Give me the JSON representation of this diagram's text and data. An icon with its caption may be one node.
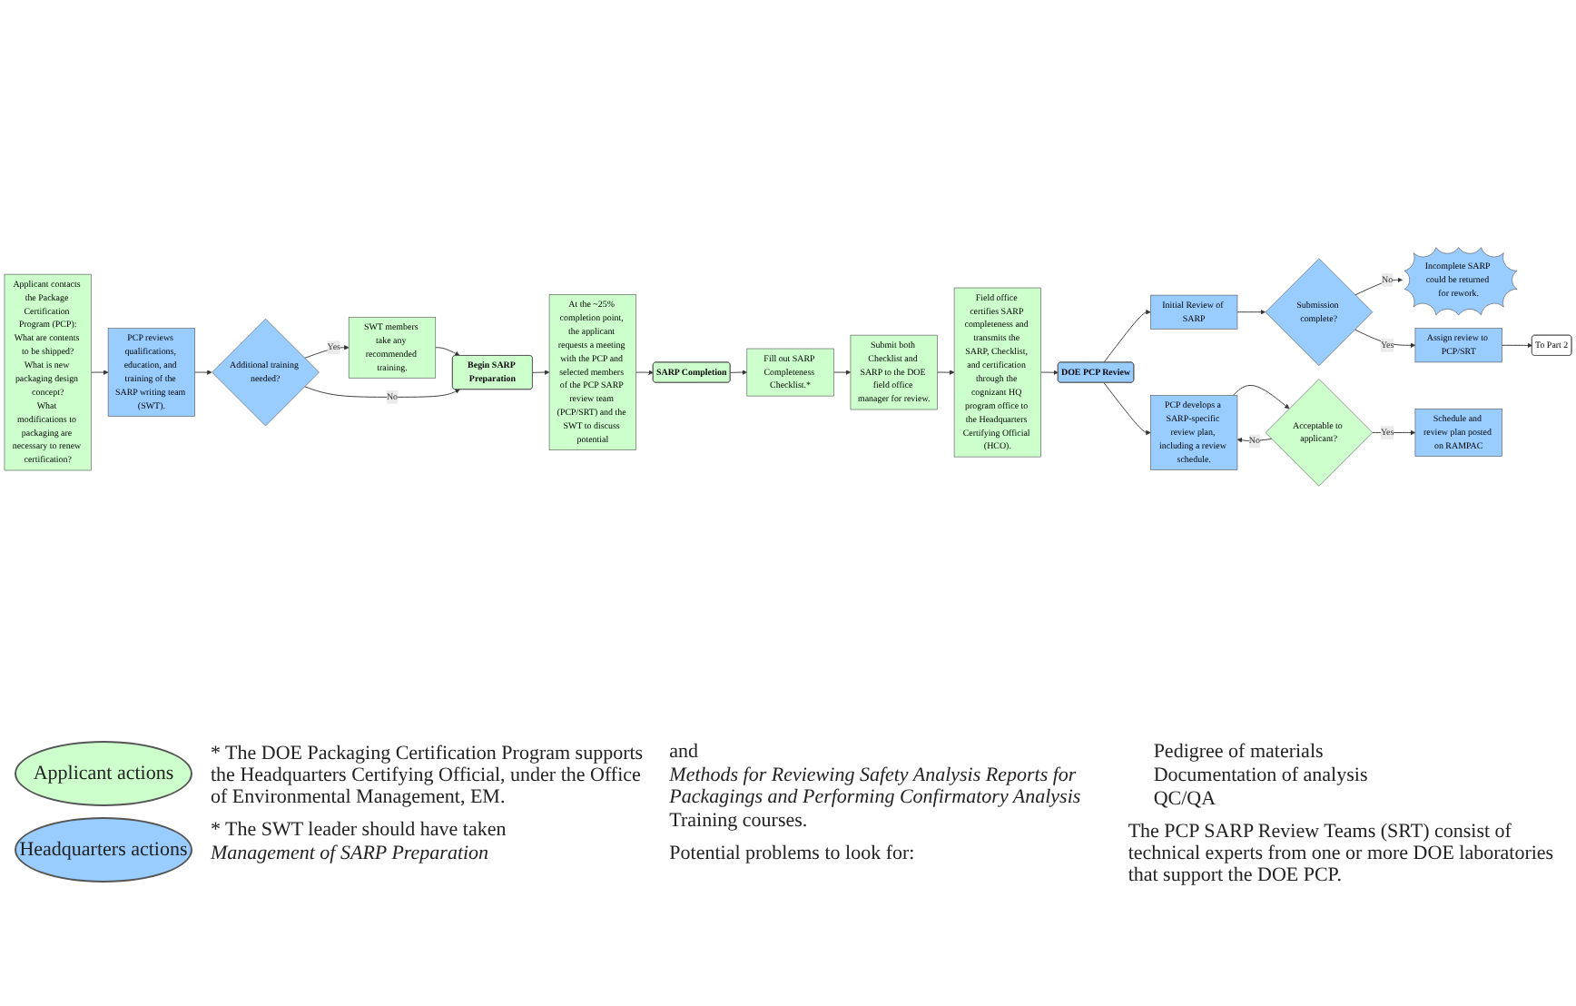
{
  "diagram": {
    "nodes": [
      {
        "text": [
          "Applicant contacts the Package Certification Program (PCP):",
          "What are contents to be shipped?",
          "What is new packaging design concept?",
          "What modifications to packaging are necessary to renew certification?"
        ]
      },
      {
        "text": [
          "PCP reviews qualifications, education, and training of the SARP writing team (SWT)."
        ]
      },
      {
        "text": [
          "Additional training needed?"
        ]
      },
      {
        "text": [
          "SWT members take any recommended training."
        ]
      },
      {
        "text": [
          "Begin SARP Preparation"
        ]
      },
      {
        "text": [
          "At the ~25% completion point, the applicant requests a meeting with the PCP and selected members of the PCP SARP review team (PCP/SRT) and the SWT to discuss potential"
        ]
      },
      {
        "text": [
          "SARP Completion"
        ]
      },
      {
        "text": [
          "Fill out SARP Completeness Checklist.*"
        ]
      },
      {
        "text": [
          "Submit both Checklist and SARP to the DOE field office manager for review."
        ]
      },
      {
        "text": [
          "Field office certifies SARP completeness and transmits the SARP, Checklist, and certification through the cognizant HQ program office to the Headquarters Certifying Official (HCO)."
        ]
      },
      {
        "text": [
          "DOE PCP Review"
        ]
      },
      {
        "text": [
          "Initial Review of SARP"
        ]
      },
      {
        "text": [
          "Submission complete?"
        ]
      },
      {
        "text": [
          "Incomplete SARP could be returned for rework."
        ]
      },
      {
        "text": [
          "Assign review to PCP/SRT"
        ]
      },
      {
        "text": [
          "To Part 2"
        ]
      },
      {
        "text": [
          "PCP develops a SARP-specific review plan, including a review schedule."
        ]
      },
      {
        "text": [
          "Acceptable to applicant?"
        ]
      },
      {
        "text": [
          "Schedule and review plan posted on RAMPAC"
        ]
      }
    ],
    "edges": [
      {
        "from": 0,
        "to": 1,
        "arrow": "to"
      },
      {
        "from": 1,
        "to": 2,
        "arrow": "to"
      },
      {
        "from": 2,
        "to": 3,
        "arrow": "to",
        "label": "Yes"
      },
      {
        "from": 3,
        "to": 4,
        "arrow": "to"
      },
      {
        "from": 2,
        "to": 4,
        "arrow": "to",
        "label": "No"
      },
      {
        "from": 4,
        "to": 5,
        "arrow": "to"
      },
      {
        "from": 5,
        "to": 6,
        "arrow": "to"
      },
      {
        "from": 6,
        "to": 7,
        "arrow": "to"
      },
      {
        "from": 7,
        "to": 8,
        "arrow": "to"
      },
      {
        "from": 8,
        "to": 9,
        "arrow": "to"
      },
      {
        "from": 9,
        "to": 10,
        "arrow": "to"
      },
      {
        "from": 10,
        "to": 11,
        "arrow": "to"
      },
      {
        "from": 10,
        "to": 16,
        "arrow": "to"
      },
      {
        "from": 11,
        "to": 12,
        "arrow": "to"
      },
      {
        "from": 12,
        "to": 13,
        "arrow": "to",
        "label": "No"
      },
      {
        "from": 12,
        "to": 14,
        "arrow": "to",
        "label": "Yes"
      },
      {
        "from": 14,
        "to": 15,
        "arrow": "to"
      },
      {
        "from": 16,
        "to": 17,
        "arrow": "to"
      },
      {
        "from": 17,
        "to": 16,
        "arrow": "to",
        "label": "No"
      },
      {
        "from": 17,
        "to": 18,
        "arrow": "to",
        "label": "Yes"
      }
    ],
    "labels": [
      "* The DOE Packaging Certification Program supports the Headquarters Certifying Official, under the Office of Environmental Management, EM.",
      "* The SWT leader should have taken",
      "Management of SARP Preparation",
      "and",
      "Methods for Reviewing Safety Analysis Reports for Packagings and Performing Confirmatory Analysis",
      "Training courses.",
      "Potential problems to look for:",
      "Pedigree of materials",
      "Documentation of analysis",
      "QC/QA",
      "The PCP SARP Review Teams (SRT) consist of technical experts from one or more DOE laboratories that support the DOE PCP."
    ],
    "legend": [
      {
        "text": "Applicant actions",
        "color": "#ccffcc"
      },
      {
        "text": "Headquarters actions",
        "color": "#99ccff"
      }
    ]
  }
}
